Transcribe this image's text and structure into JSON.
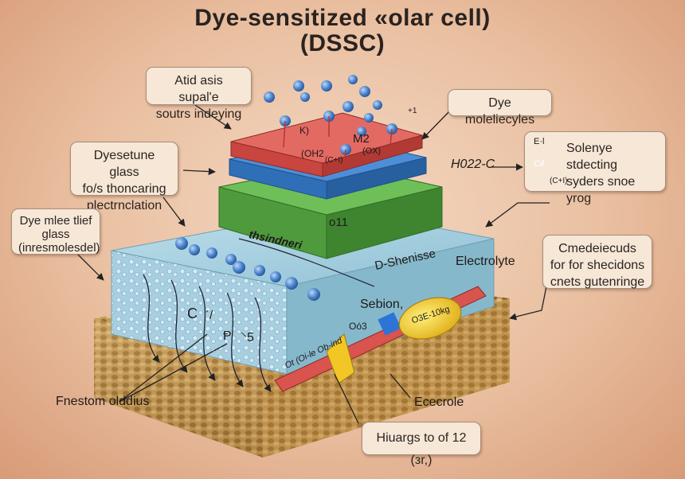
{
  "title": {
    "line1": "Dye-sensitized «olar cell)",
    "line2": "(DSSC)"
  },
  "callouts": {
    "top_left": [
      "Atid asis supal'e",
      "soutrs indeying"
    ],
    "dye_molecules": "Dye moleliecyles",
    "dye_glass": [
      "Dyesetune glass",
      "fo/s thoncaring",
      "plectrnclation"
    ],
    "dye_mlee": [
      "Dye mlee tlief",
      "glass",
      "(inresmolesdel)"
    ],
    "solvent": [
      "Solenye stdecting",
      "syders snoe yrog"
    ],
    "cmedeiecuds": [
      "Cmedeiecuds",
      "for for shecidons",
      "cnets gutenringe"
    ],
    "bottom_center": "Hiuargs to of 12 (зr,)"
  },
  "labels": {
    "h022": "H022-C",
    "electrolyte": "Electrolyte",
    "fnestom": "Fnestom olddius",
    "ecerole": "Ececrole",
    "sebion": "Sebion,",
    "o3": "Oó3",
    "thsindneri": "thsindneri",
    "shenisse": "D-Shenisse",
    "o11": "o11",
    "k": "K)",
    "m2": "M2",
    "oh2": "(OH2",
    "oh": "(C+I)",
    "ox": "(OX)",
    "c": "C",
    "c4": "´/",
    "p5": "⸌5",
    "d": "Ᵽ",
    "o1": "+1",
    "ex": "E·l",
    "cii": "Cil",
    "ch": "(C+I)",
    "band_text": "Ot (Oi-le  Ob-ind",
    "ellipse_text": "O3E-10kg"
  },
  "colors": {
    "red_layer": "#d9534f",
    "blue_layer": "#3f7fc9",
    "green_layer": "#5aa84a",
    "glass": "#9ecbdc",
    "substrate": "#c49a55",
    "dot": "#4f87d0"
  }
}
